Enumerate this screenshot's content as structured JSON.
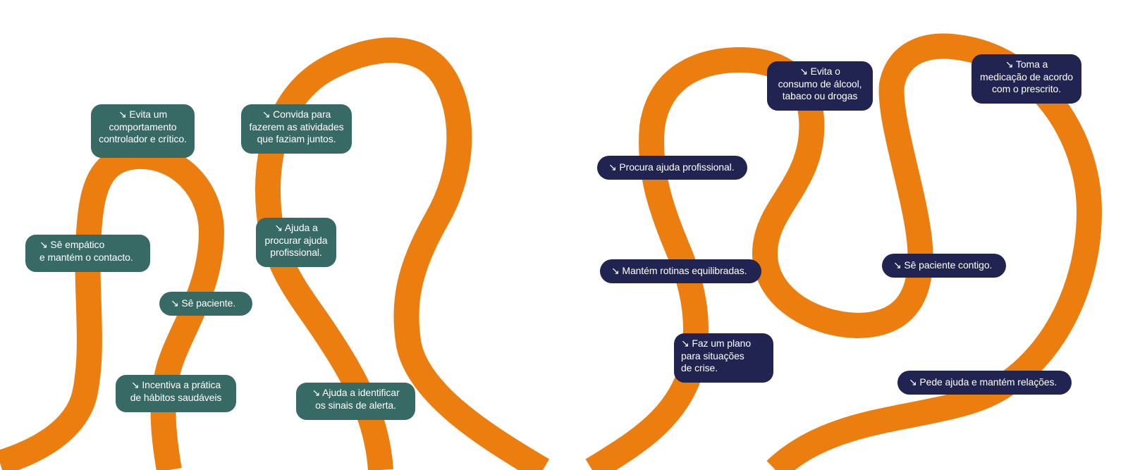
{
  "colors": {
    "path": "#EC7E10",
    "green_card": "#386A65",
    "navy_card": "#212451",
    "background": "#FFFFFF"
  },
  "arrow_glyph": "↘",
  "cards_green": [
    {
      "id": "evita-comportamento",
      "text": "↘ Evita um\ncomportamento\ncontrolador e crítico."
    },
    {
      "id": "convida-atividades",
      "text": "↘ Convida para\nfazerem as atividades\nque faziam juntos."
    },
    {
      "id": "empatico",
      "text": "↘ Sê empático\ne mantém o contacto."
    },
    {
      "id": "ajuda-procurar",
      "text": "↘ Ajuda a\nprocurar ajuda\nprofissional."
    },
    {
      "id": "se-paciente",
      "text": "↘ Sê paciente."
    },
    {
      "id": "incentiva-habitos",
      "text": "↘ Incentiva a prática\nde hábitos saudáveis"
    },
    {
      "id": "sinais-alerta",
      "text": "↘ Ajuda a identificar\nos sinais de alerta."
    }
  ],
  "cards_navy": [
    {
      "id": "evita-alcool",
      "text": "↘ Evita o\nconsumo de álcool,\ntabaco ou drogas"
    },
    {
      "id": "toma-medicacao",
      "text": "↘ Toma a\nmedicação de acordo\ncom o prescrito."
    },
    {
      "id": "procura-ajuda",
      "text": "↘ Procura ajuda profissional."
    },
    {
      "id": "rotinas",
      "text": "↘ Mantém rotinas equilibradas."
    },
    {
      "id": "paciente-contigo",
      "text": "↘ Sê paciente contigo."
    },
    {
      "id": "plano-crise",
      "text": "↘ Faz um plano\npara situações\nde crise."
    },
    {
      "id": "pede-ajuda",
      "text": "↘ Pede ajuda e mantém relações."
    }
  ]
}
